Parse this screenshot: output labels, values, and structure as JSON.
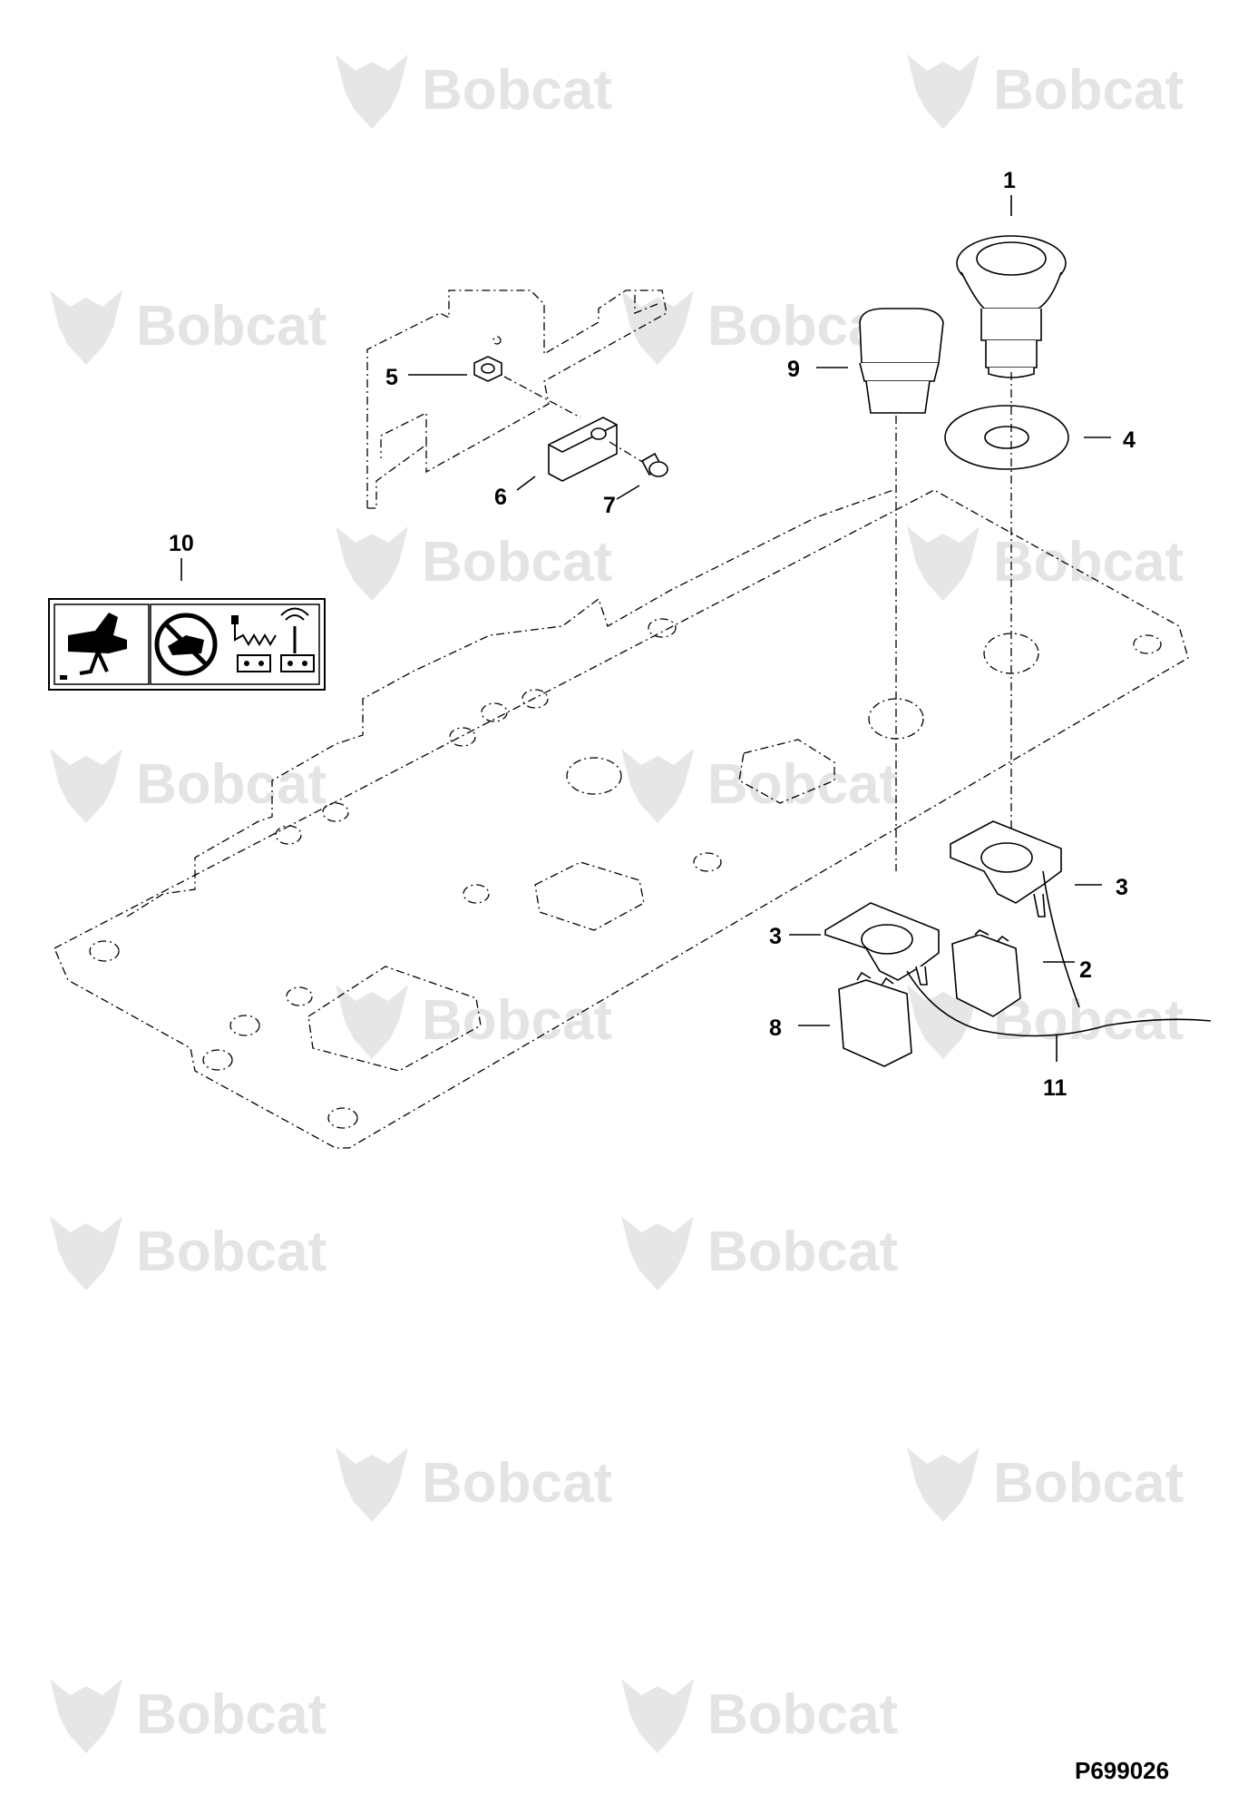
{
  "watermark": {
    "brand": "Bobcat"
  },
  "figure_id": "P699026",
  "callouts": [
    {
      "id": "c1",
      "label": "1"
    },
    {
      "id": "c2",
      "label": "2"
    },
    {
      "id": "c3a",
      "label": "3"
    },
    {
      "id": "c3b",
      "label": "3"
    },
    {
      "id": "c4",
      "label": "4"
    },
    {
      "id": "c5",
      "label": "5"
    },
    {
      "id": "c6",
      "label": "6"
    },
    {
      "id": "c7",
      "label": "7"
    },
    {
      "id": "c8",
      "label": "8"
    },
    {
      "id": "c9",
      "label": "9"
    },
    {
      "id": "c10",
      "label": "10"
    },
    {
      "id": "c11",
      "label": "11"
    }
  ],
  "colors": {
    "line": "#000000",
    "watermark": "#e4e4e4",
    "background": "#ffffff"
  },
  "icons": {
    "decal": [
      "hand-crush-hazard-icon",
      "no-hand-prohibition-icon",
      "spring-icon",
      "antenna-icon"
    ]
  }
}
